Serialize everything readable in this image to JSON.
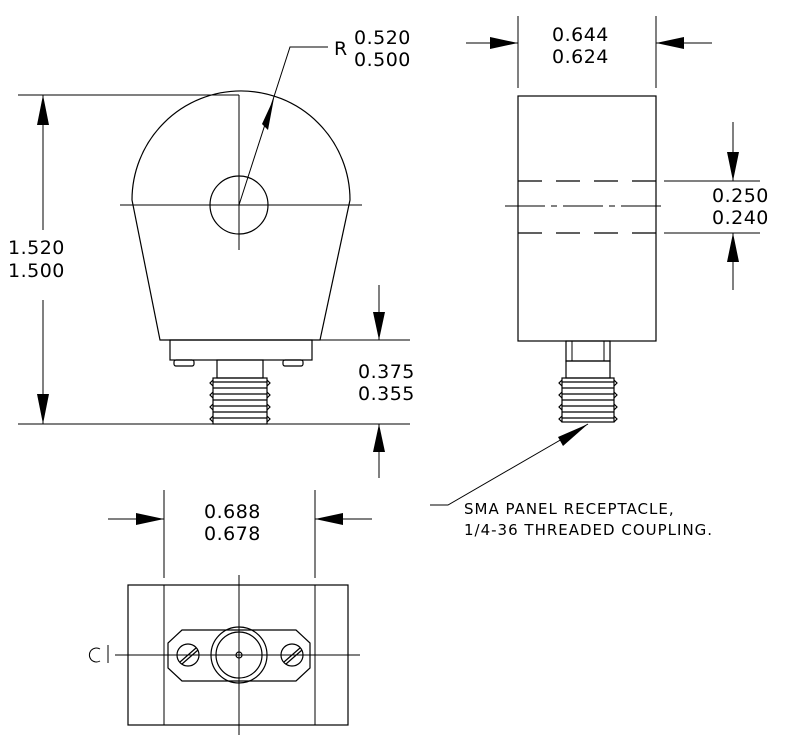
{
  "front_view": {
    "radius_prefix": "R",
    "radius_max": "0.520",
    "radius_min": "0.500",
    "height_max": "1.520",
    "height_min": "1.500",
    "connector_max": "0.375",
    "connector_min": "0.355"
  },
  "side_view": {
    "width_max": "0.644",
    "width_min": "0.624",
    "hole_max": "0.250",
    "hole_min": "0.240"
  },
  "bottom_view": {
    "width_max": "0.688",
    "width_min": "0.678"
  },
  "note": {
    "line1": "SMA PANEL RECEPTACLE,",
    "line2": "1/4-36 THREADED COUPLING."
  }
}
